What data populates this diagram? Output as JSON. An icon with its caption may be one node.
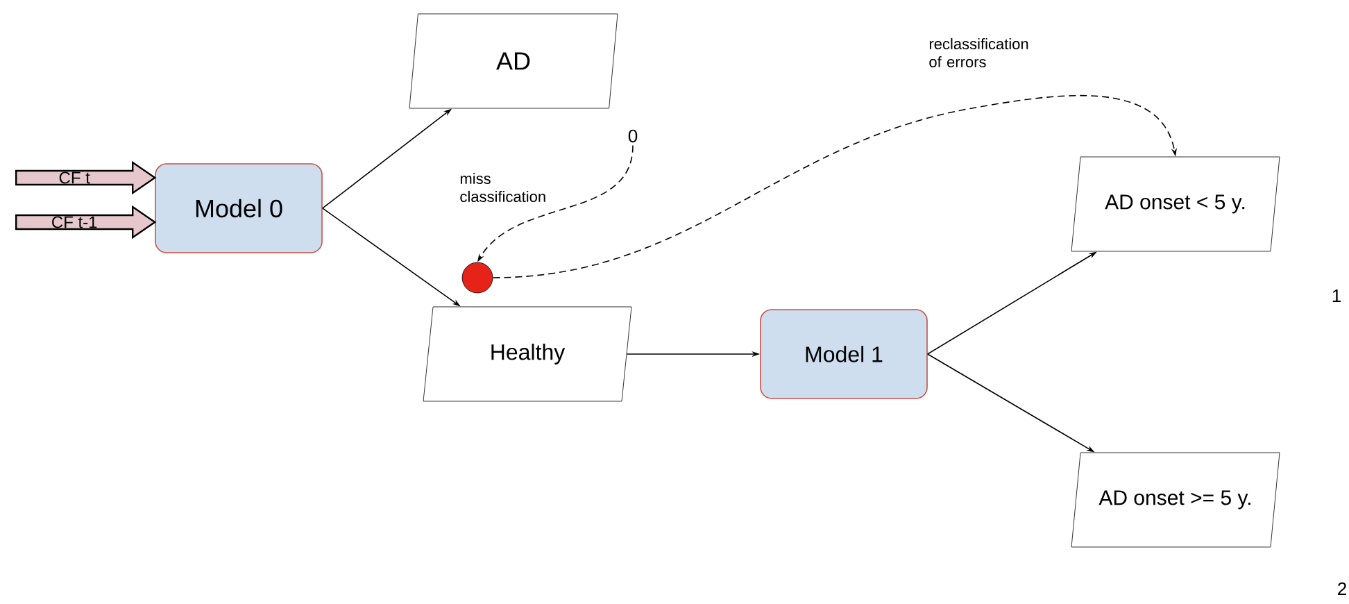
{
  "diagram": {
    "nodes": [
      {
        "text": [
          "Model 0"
        ]
      },
      {
        "text": [
          "AD"
        ]
      },
      {
        "text": [
          "Healthy"
        ]
      },
      {
        "text": [
          "Model 1"
        ]
      },
      {
        "text": [
          "AD onset < 5 y."
        ]
      },
      {
        "text": [
          "AD onset >= 5 y."
        ]
      },
      {
        "text": [],
        "shape": "circle"
      },
      {
        "text": [
          "0"
        ]
      }
    ],
    "edges": [
      {
        "from": null,
        "to": 0,
        "arrow": "to",
        "style": "thick",
        "label": "CF t"
      },
      {
        "from": null,
        "to": 0,
        "arrow": "to",
        "style": "thick",
        "label": "CF t-1"
      },
      {
        "from": 0,
        "to": 1,
        "arrow": "to"
      },
      {
        "from": 0,
        "to": 2,
        "arrow": "to"
      },
      {
        "from": 2,
        "to": 3,
        "arrow": "to"
      },
      {
        "from": 3,
        "to": 4,
        "arrow": "to"
      },
      {
        "from": 3,
        "to": 5,
        "arrow": "to"
      },
      {
        "from": 7,
        "to": 6,
        "arrow": "to",
        "style": "dashed",
        "label": "miss classification"
      },
      {
        "from": 6,
        "to": 4,
        "arrow": "to",
        "style": "dashed",
        "label": "reclassification of errors"
      }
    ],
    "labels": [
      "1",
      "2"
    ]
  }
}
